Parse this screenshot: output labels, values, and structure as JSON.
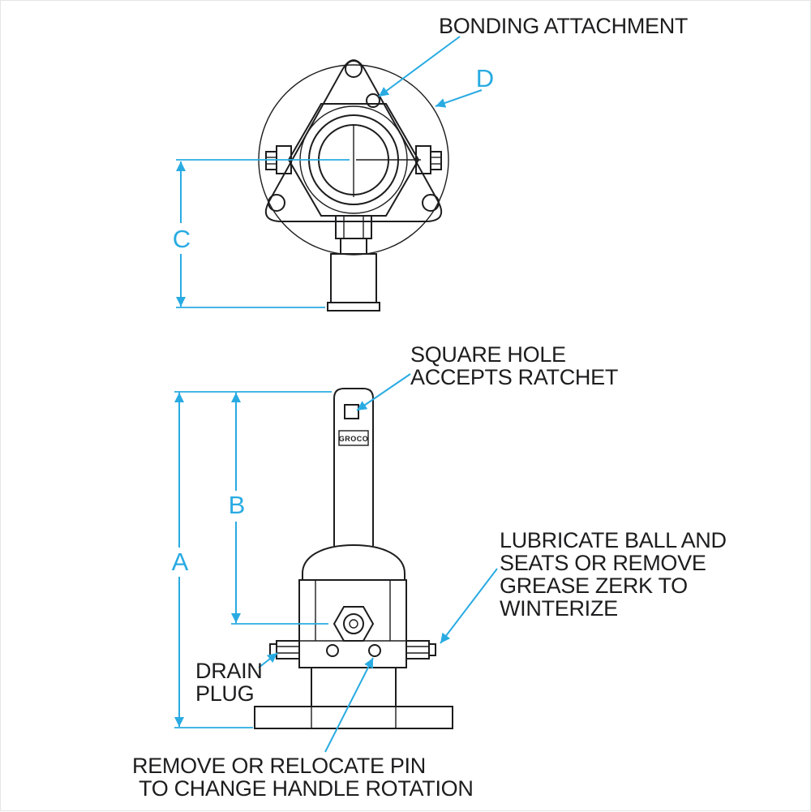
{
  "colors": {
    "accent": "#29abe2",
    "ink": "#1d1d1f"
  },
  "annotations": {
    "bonding": "BONDING ATTACHMENT",
    "square_hole": [
      "SQUARE HOLE",
      "ACCEPTS RATCHET"
    ],
    "lubricate": [
      "LUBRICATE BALL AND",
      "SEATS OR REMOVE",
      "GREASE ZERK TO",
      "WINTERIZE"
    ],
    "drain": [
      "DRAIN",
      "PLUG"
    ],
    "pin": [
      "REMOVE OR RELOCATE PIN",
      "TO CHANGE HANDLE ROTATION"
    ]
  },
  "dimensions": {
    "a": "A",
    "b": "B",
    "c": "C",
    "d": "D"
  },
  "brand": "GROCO"
}
